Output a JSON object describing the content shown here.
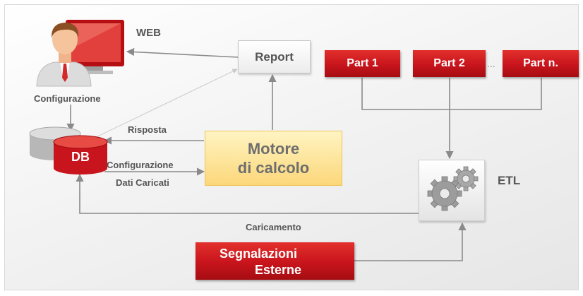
{
  "labels": {
    "web": "WEB",
    "configurazione_user": "Configurazione",
    "report": "Report",
    "risposta": "Risposta",
    "configurazione_db": "Configurazione",
    "dati_caricati": "Dati Caricati",
    "caricamento": "Caricamento",
    "etl": "ETL",
    "db": "DB",
    "dots": "..."
  },
  "engine": {
    "line1": "Motore",
    "line2": "di calcolo"
  },
  "signals": {
    "line1": "Segnalazioni",
    "line2": "Esterne"
  },
  "parts": [
    "Part 1",
    "Part 2",
    "Part n."
  ],
  "colors": {
    "accent_red": "#c8141c",
    "engine_yellow": "#fbd77a",
    "connector_gray": "#8a8a8a",
    "label_gray": "#555555"
  },
  "icons": {
    "user": "user-at-monitor-icon",
    "database": "database-cylinders-icon",
    "gears": "gears-icon"
  }
}
